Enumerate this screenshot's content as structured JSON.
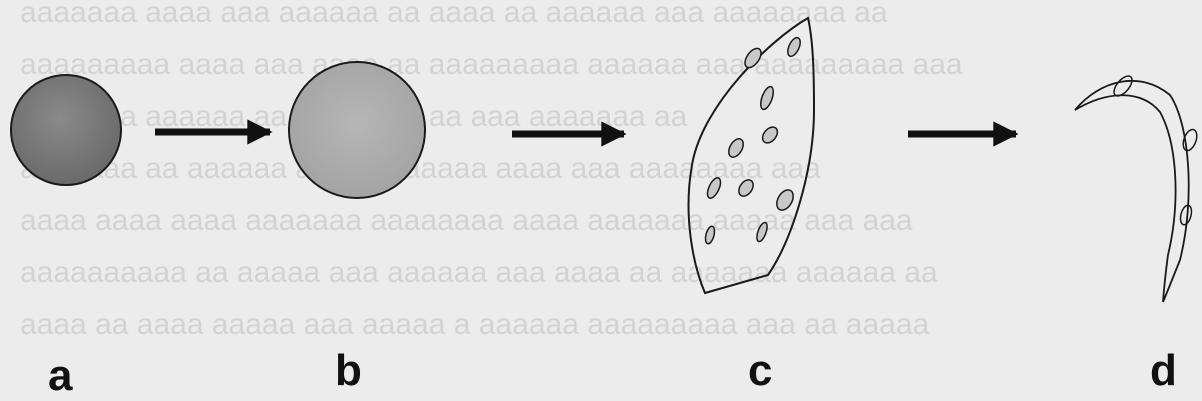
{
  "figure": {
    "panels": [
      {
        "label": "a",
        "stage": "small dense sphere"
      },
      {
        "label": "b",
        "stage": "enlarged sphere"
      },
      {
        "label": "c",
        "stage": "flattened cell with vacuoles"
      },
      {
        "label": "d",
        "stage": "crescent-shaped remnant"
      }
    ],
    "colors": {
      "background": "#ececec",
      "stage_a_fill": "#7a7a7a",
      "stage_b_fill": "#acacac",
      "vacuole_fill": "#c8c8c8",
      "outline": "#1a1a1a",
      "arrow": "#111111"
    }
  }
}
